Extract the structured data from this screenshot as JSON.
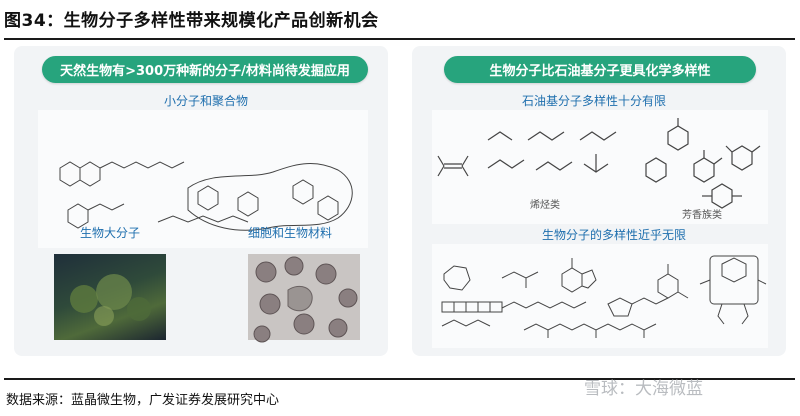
{
  "title": "图34：生物分子多样性带来规模化产品创新机会",
  "left": {
    "banner": "天然生物有>300万种新的分子/材料尚待发掘应用",
    "small_molecules_label": "小分子和聚合物",
    "macromolecule_label": "生物大分子",
    "cells_label": "细胞和生物材料"
  },
  "right": {
    "banner": "生物分子比石油基分子更具化学多样性",
    "petro_label": "石油基分子多样性十分有限",
    "olefins_label": "烯烃类",
    "aromatics_label": "芳香族类",
    "bio_label": "生物分子的多样性近乎无限"
  },
  "footer": "数据来源：蓝晶微生物，广发证券发展研究中心",
  "watermark": "雪球：大海微蓝",
  "colors": {
    "banner": "#27a47d",
    "label": "#1f6fae",
    "panel": "#f2f4f6"
  }
}
